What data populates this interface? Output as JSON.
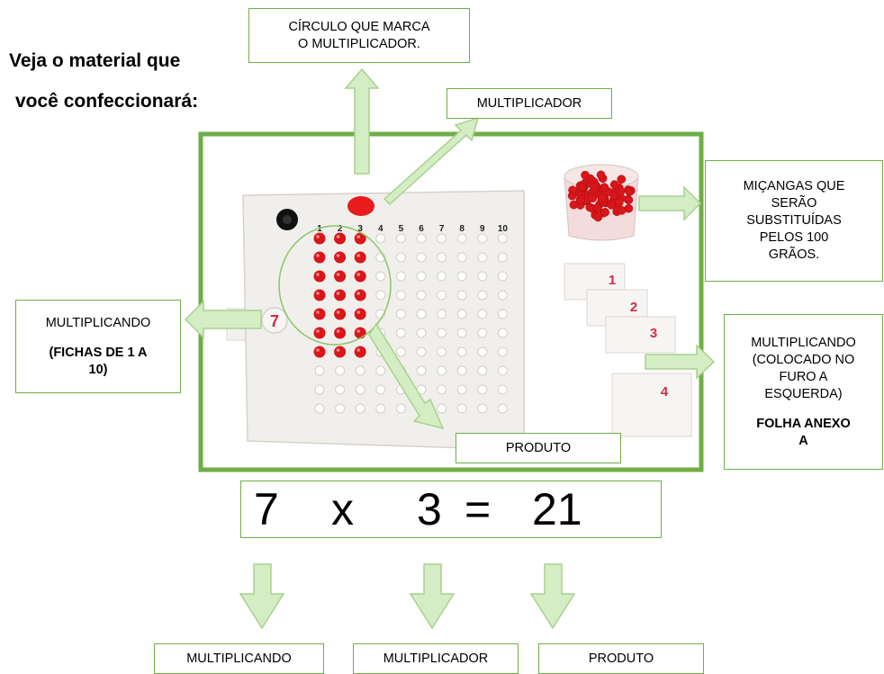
{
  "heading": {
    "line1": "Veja o material que",
    "line2": "você confeccionará:"
  },
  "labels": {
    "circle_marker": [
      "CÍRCULO QUE MARCA",
      "O MULTIPLICADOR."
    ],
    "multiplicador_top": "MULTIPLICADOR",
    "beads": [
      "MIÇANGAS QUE",
      "SERÃO",
      "SUBSTITUÍDAS",
      "PELOS 100",
      "GRÃOS."
    ],
    "multiplicando_left": {
      "title": "MULTIPLICANDO",
      "note": [
        "(FICHAS DE 1 A",
        "10)"
      ]
    },
    "multiplicando_right": {
      "lines": [
        "MULTIPLICANDO",
        "(COLOCADO NO",
        "FURO A",
        "ESQUERDA)"
      ],
      "annex": [
        "FOLHA ANEXO",
        "A"
      ]
    },
    "produto_mid": "PRODUTO",
    "bottom_multiplicando": "MULTIPLICANDO",
    "bottom_multiplicador": "MULTIPLICADOR",
    "bottom_produto": "PRODUTO"
  },
  "equation": {
    "multiplicand": "7",
    "times": "x",
    "multiplier": "3",
    "equals": "=",
    "product": "21"
  },
  "board": {
    "column_numbers": [
      "1",
      "2",
      "3",
      "4",
      "5",
      "6",
      "7",
      "8",
      "9",
      "10"
    ],
    "chip_left": "7",
    "cards": [
      "1",
      "2",
      "3",
      "4"
    ]
  },
  "colors": {
    "frame": "#70ad47",
    "arrow_fill": "#d4edc4",
    "arrow_stroke": "#a9d18e",
    "bead": "#d9161b",
    "board": "#f1efeb"
  }
}
